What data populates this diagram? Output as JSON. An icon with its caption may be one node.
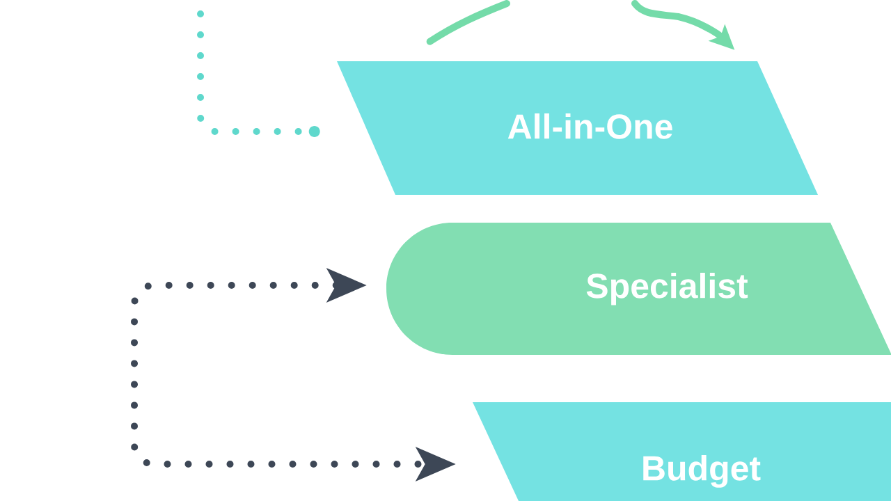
{
  "diagram": {
    "nodes": [
      {
        "text": [
          "All-in-One"
        ]
      },
      {
        "text": [
          "Specialist"
        ]
      },
      {
        "text": [
          "Budget"
        ]
      }
    ],
    "edges": [
      {
        "from": null,
        "to": 0,
        "arrow": "other",
        "style": "dashed",
        "color": "#5fd8cc"
      },
      {
        "from": 1,
        "to": 2,
        "arrow": "both",
        "style": "dashed",
        "color": "#3d4756"
      },
      {
        "from": 0,
        "to": null,
        "arrow": "none",
        "color": "#74dba9"
      },
      {
        "from": null,
        "to": 0,
        "arrow": "to",
        "color": "#74dba9"
      }
    ]
  }
}
